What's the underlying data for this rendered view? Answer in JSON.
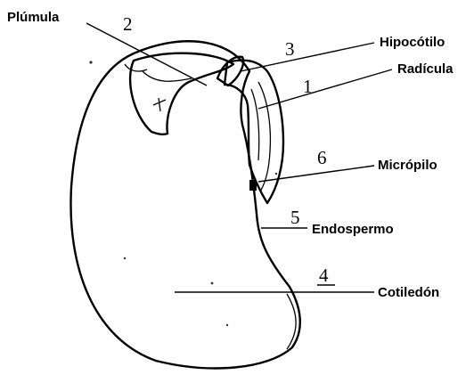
{
  "labels": {
    "plumula": "Plúmula",
    "hipocotilo": "Hipocótilo",
    "radicula": "Radícula",
    "micropilo": "Micrópilo",
    "endospermo": "Endospermo",
    "cotiledon": "Cotiledón"
  },
  "numbers": {
    "n1": "1",
    "n2": "2",
    "n3": "3",
    "n4": "4",
    "n5": "5",
    "n6": "6"
  }
}
